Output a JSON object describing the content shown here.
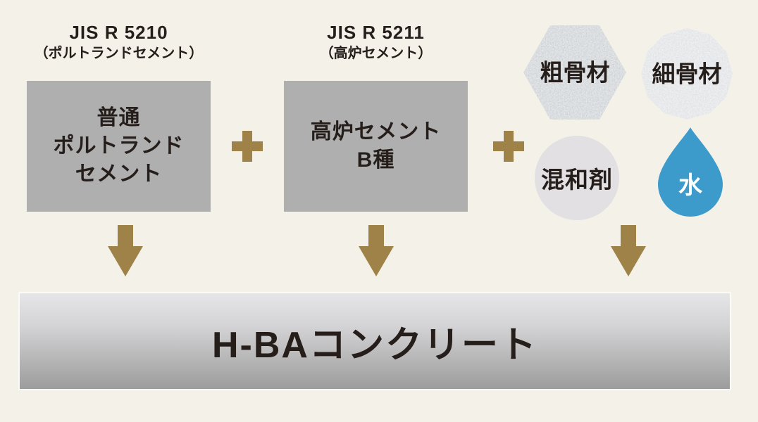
{
  "diagram": {
    "background_color": "#F4F2E8",
    "accent_gold": "#9E8248",
    "text_color": "#251E1B",
    "cement1": {
      "standard": "JIS R 5210",
      "standard_note": "（ポルトランドセメント）",
      "box_color": "#AFAFAF",
      "name_lines": [
        "普通",
        "ポルトランド",
        "セメント"
      ]
    },
    "cement2": {
      "standard": "JIS R 5211",
      "standard_note": "（高炉セメント）",
      "box_color": "#AFAFAF",
      "name_lines": [
        "高炉セメント",
        "B種"
      ]
    },
    "materials": {
      "coarse_aggregate": "粗骨材",
      "fine_aggregate": "細骨材",
      "admixture": "混和剤",
      "admixture_color": "#E2E0E3",
      "water": "水",
      "water_color": "#3D9BCC"
    },
    "result": {
      "label": "H-BAコンクリート"
    }
  }
}
